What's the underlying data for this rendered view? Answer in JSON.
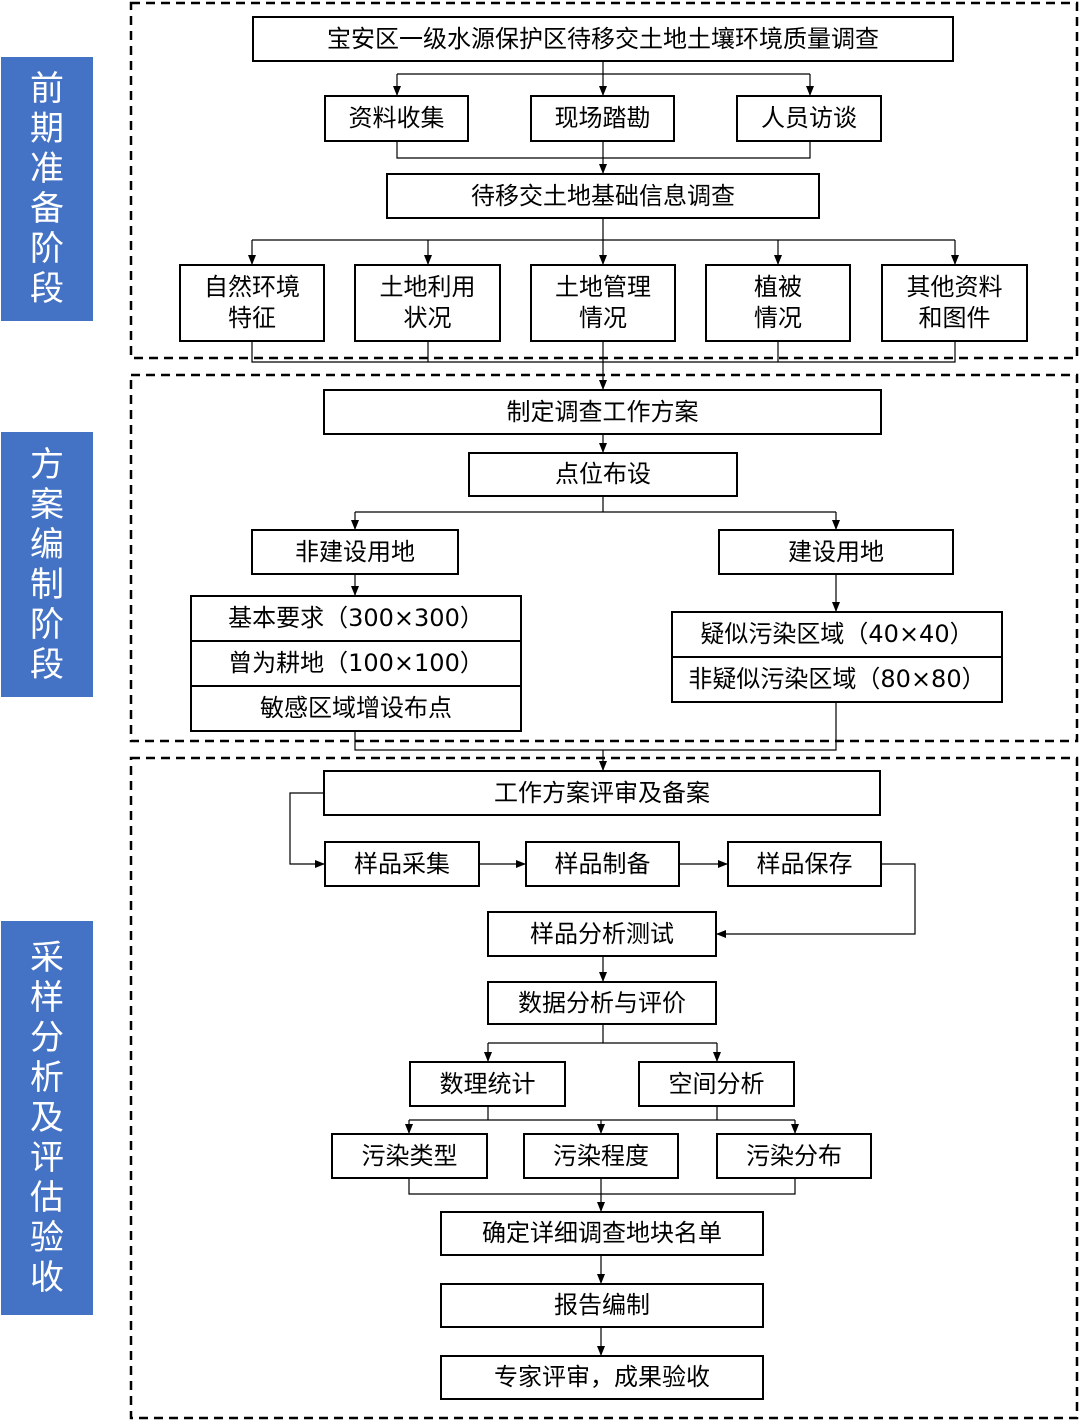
{
  "stages": [
    {
      "name": "stage-prep",
      "label": "前期准备阶段"
    },
    {
      "name": "stage-plan",
      "label": "方案编制阶段"
    },
    {
      "name": "stage-sampling",
      "label": "采样分析及评估验收"
    }
  ],
  "boxes": {
    "title": "宝安区一级水源保护区待移交土地土壤环境质量调查",
    "data_collection": "资料收集",
    "site_survey": "现场踏勘",
    "interview": "人员访谈",
    "basic_info": "待移交土地基础信息调查",
    "natural_env": "自然环境\n特征",
    "land_use": "土地利用\n状况",
    "land_mgmt": "土地管理\n情况",
    "vegetation": "植被\n情况",
    "other_docs": "其他资料\n和图件",
    "work_plan": "制定调查工作方案",
    "point_layout": "点位布设",
    "non_construction": "非建设用地",
    "construction": "建设用地",
    "basic_req": "基本要求（300×300）",
    "former_farmland": "曾为耕地（100×100）",
    "sensitive_area": "敏感区域增设布点",
    "suspected_polluted": "疑似污染区域（40×40）",
    "non_suspected_polluted": "非疑似污染区域（80×80）",
    "plan_review": "工作方案评审及备案",
    "sample_collection": "样品采集",
    "sample_preparation": "样品制备",
    "sample_storage": "样品保存",
    "sample_testing": "样品分析测试",
    "data_analysis": "数据分析与评价",
    "statistics": "数理统计",
    "spatial_analysis": "空间分析",
    "pollution_type": "污染类型",
    "pollution_degree": "污染程度",
    "pollution_distribution": "污染分布",
    "plot_list": "确定详细调查地块名单",
    "report": "报告编制",
    "expert_review": "专家评审，成果验收"
  }
}
